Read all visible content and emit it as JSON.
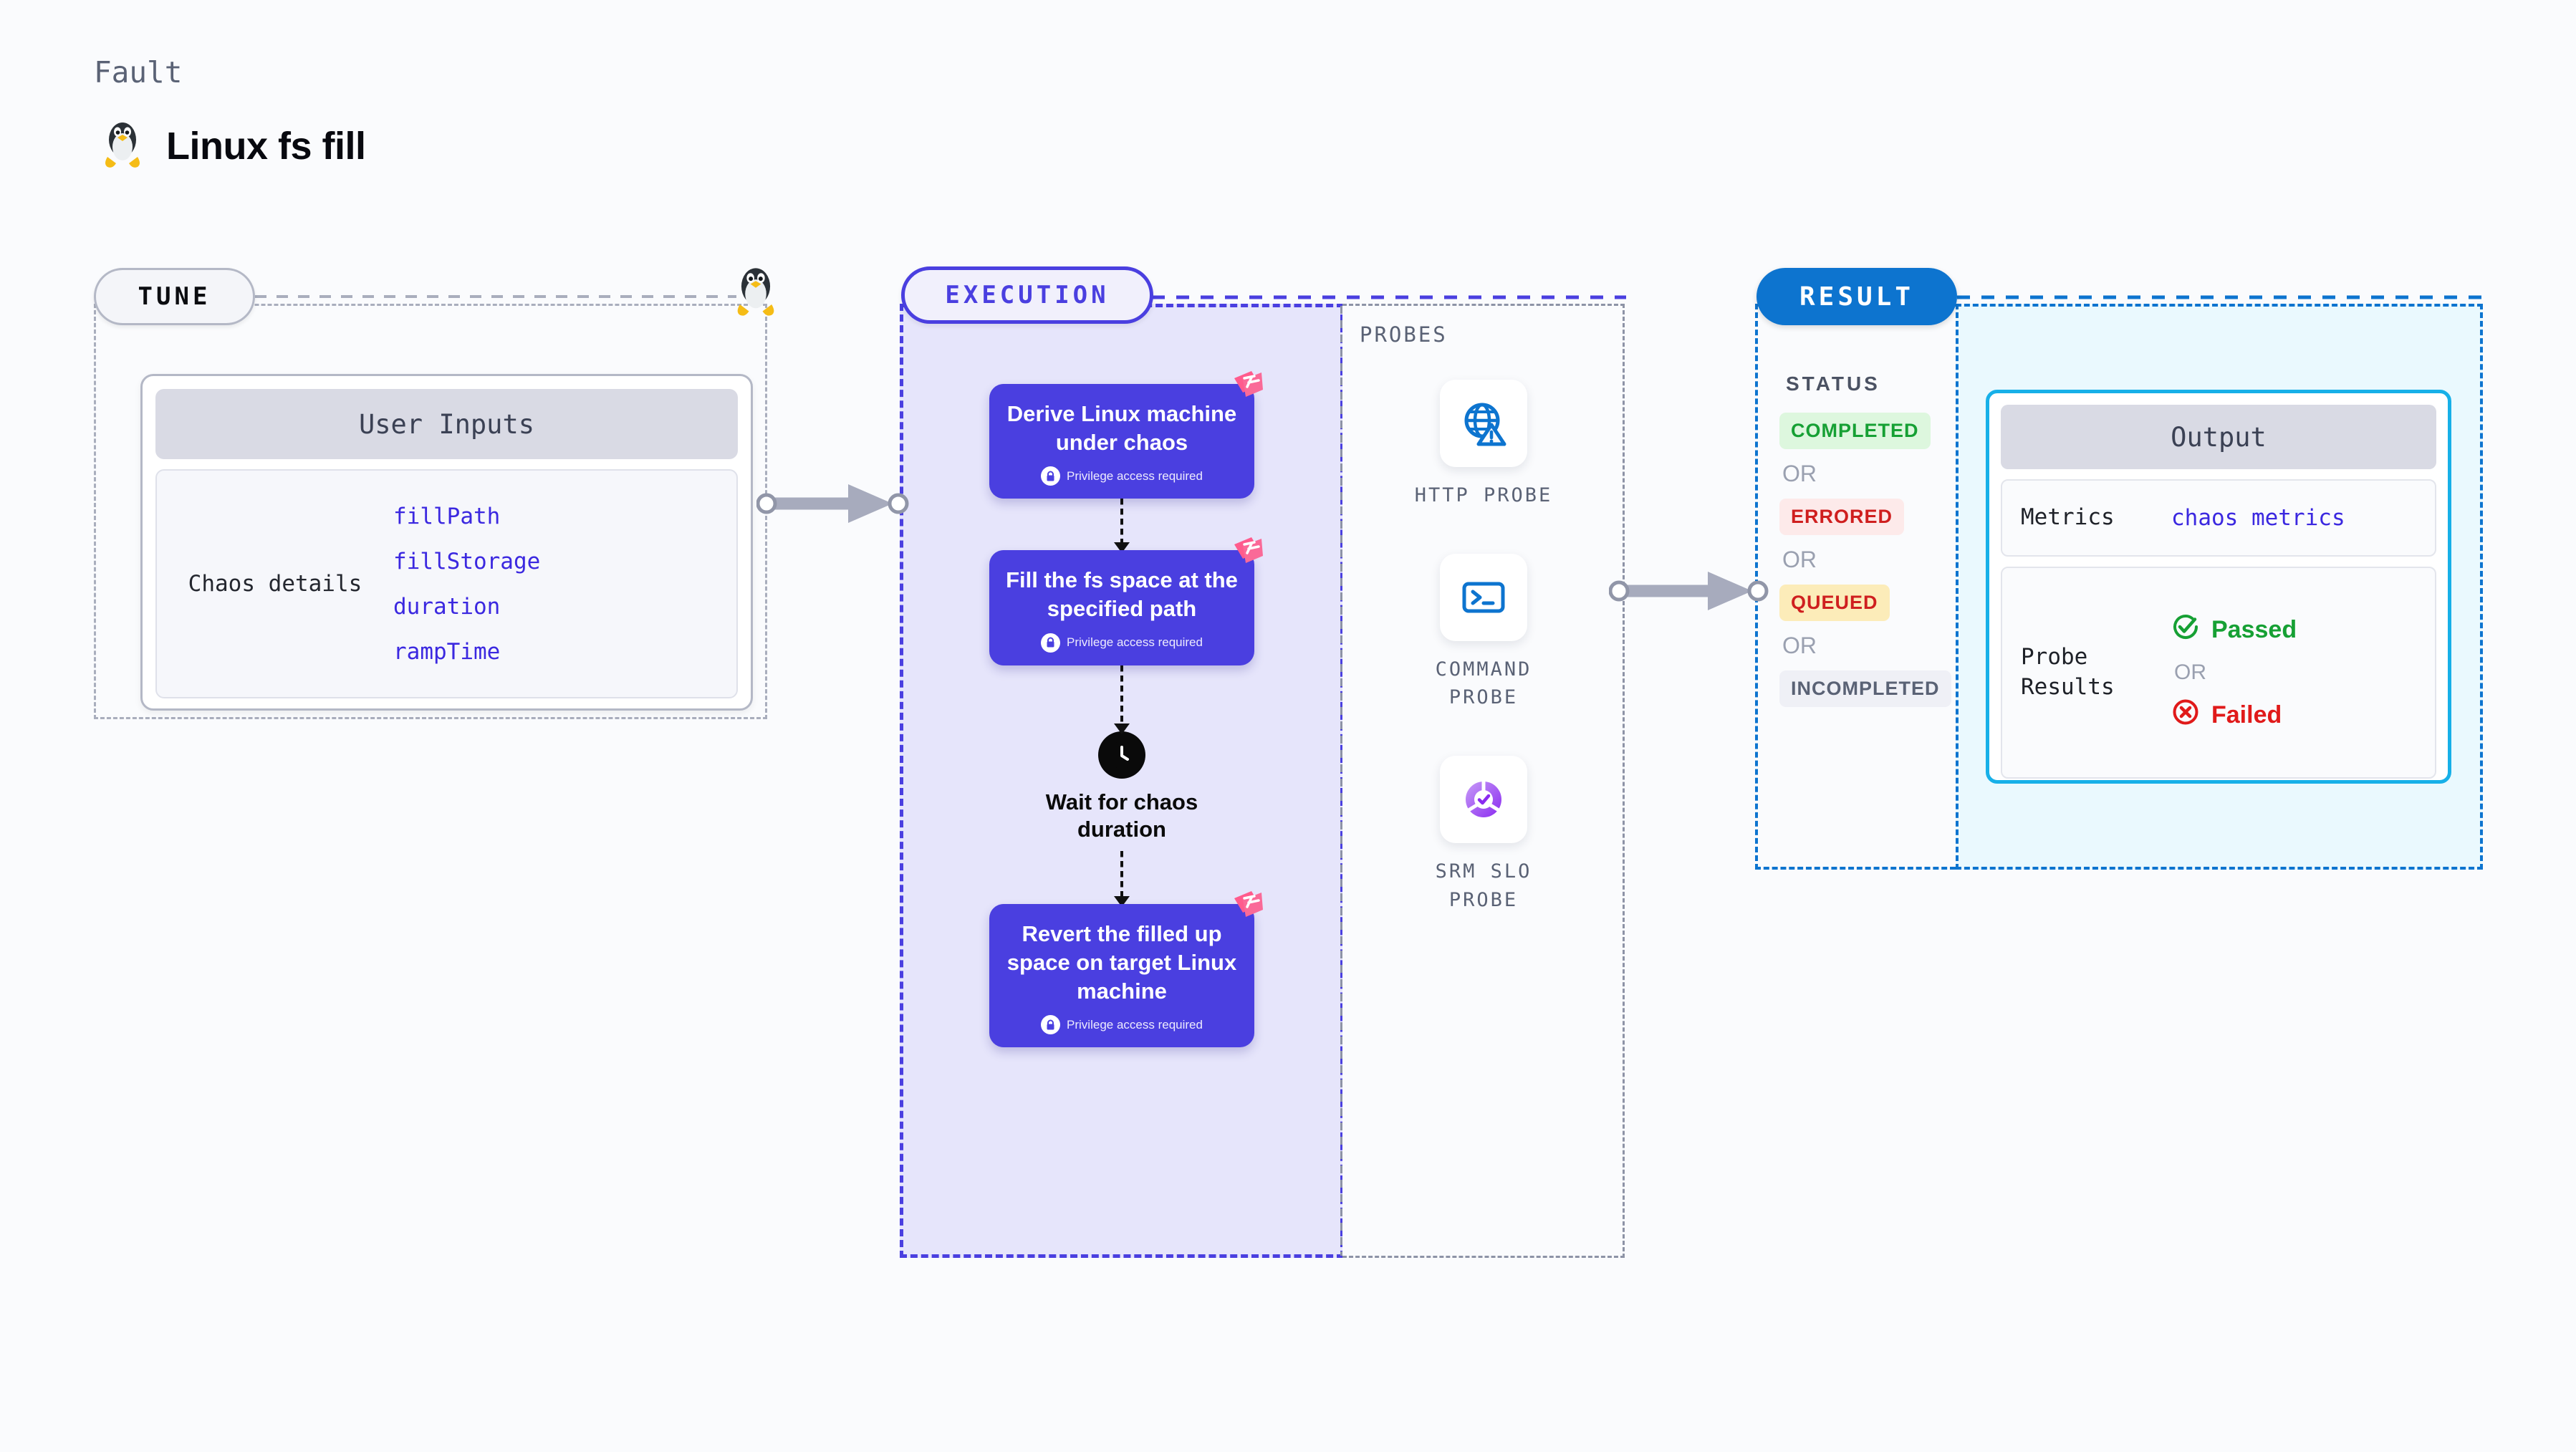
{
  "header": {
    "eyebrow": "Fault",
    "title": "Linux fs fill",
    "icon": "linux-penguin-icon"
  },
  "tune": {
    "pill_label": "TUNE",
    "icon": "linux-penguin-icon",
    "card": {
      "header": "User Inputs",
      "row_label": "Chaos details",
      "params": [
        "fillPath",
        "fillStorage",
        "duration",
        "rampTime"
      ]
    }
  },
  "execution": {
    "pill_label": "EXECUTION",
    "steps": [
      {
        "title": "Derive Linux machine under chaos",
        "privilege": "Privilege access required",
        "badge": "harness-icon",
        "lock": "lock-icon"
      },
      {
        "title": "Fill the fs space at the specified path",
        "privilege": "Privilege access required",
        "badge": "harness-icon",
        "lock": "lock-icon"
      }
    ],
    "wait": {
      "label": "Wait for chaos duration",
      "icon": "clock-icon"
    },
    "final_step": {
      "title": "Revert the filled up space on target Linux machine",
      "privilege": "Privilege access required",
      "badge": "harness-icon",
      "lock": "lock-icon"
    }
  },
  "probes": {
    "title": "PROBES",
    "items": [
      {
        "label": "HTTP PROBE",
        "icon": "globe-warning-icon"
      },
      {
        "label": "COMMAND PROBE",
        "icon": "terminal-icon"
      },
      {
        "label": "SRM SLO PROBE",
        "icon": "srm-slo-icon"
      }
    ]
  },
  "result": {
    "pill_label": "RESULT",
    "status_title": "STATUS",
    "or_label": "OR",
    "statuses": [
      {
        "label": "COMPLETED",
        "fg": "#16a034",
        "bg": "#ddf7de"
      },
      {
        "label": "ERRORED",
        "fg": "#cf1f1f",
        "bg": "#fdeaea"
      },
      {
        "label": "QUEUED",
        "fg": "#cf1f1f",
        "bg": "#fcecb9"
      },
      {
        "label": "INCOMPLETED",
        "fg": "#5a6275",
        "bg": "#eff0f6"
      }
    ],
    "output": {
      "header": "Output",
      "metrics_key": "Metrics",
      "metrics_value": "chaos metrics",
      "probe_results_key": "Probe Results",
      "passed": "Passed",
      "failed": "Failed",
      "or_label": "OR",
      "passed_color": "#16a034",
      "failed_color": "#e01a1a"
    }
  },
  "colors": {
    "execution_accent": "#4a3fe0",
    "result_accent": "#0d74cf",
    "output_accent": "#17b0e8",
    "param_blue": "#3b28e0",
    "harness_pink": "#ff5b8d"
  }
}
